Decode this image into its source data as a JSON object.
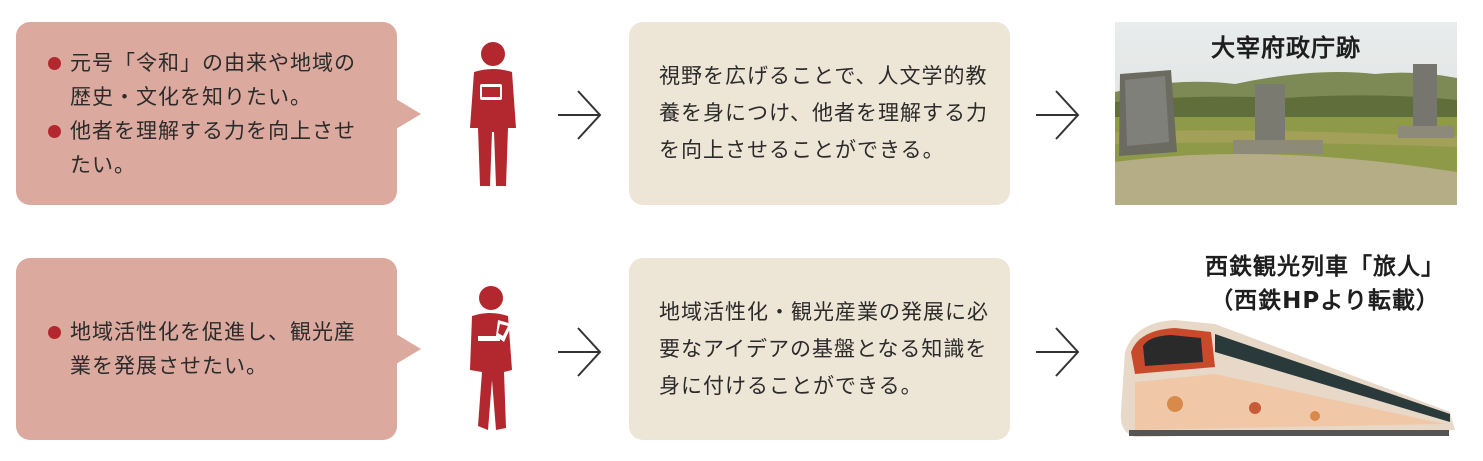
{
  "rows": [
    {
      "needs": [
        "元号「令和」の由来や地域の歴史・文化を知りたい。",
        "他者を理解する力を向上させたい。"
      ],
      "outcome": "視野を広げることで、人文学的教養を身につけ、他者を理解する力を向上させることができる。",
      "image_caption": "大宰府政庁跡"
    },
    {
      "needs": [
        "地域活性化を促進し、観光産業を発展させたい。"
      ],
      "outcome": "地域活性化・観光産業の発展に必要なアイデアの基盤となる知識を身に付けることができる。",
      "image_caption_line1": "西鉄観光列車「旅人」",
      "image_caption_line2": "（西鉄HPより転載）"
    }
  ],
  "colors": {
    "bubble": "#dba99e",
    "bullet": "#b3272e",
    "person": "#b3272e",
    "outcome_box": "#ede5d5",
    "arrow": "#333333"
  }
}
